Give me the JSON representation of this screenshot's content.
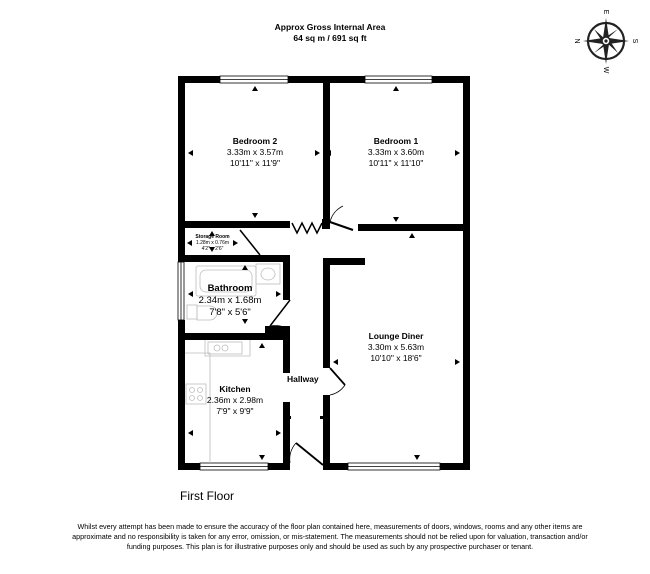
{
  "header": {
    "area_title": "Approx Gross Internal Area",
    "area_value": "64 sq m / 691 sq ft"
  },
  "compass": {
    "icon": "compass-rose-icon",
    "labels": {
      "top": "E",
      "left": "N",
      "right": "S",
      "bottom": "W"
    }
  },
  "rooms": {
    "bedroom2": {
      "name": "Bedroom 2",
      "metric": "3.33m x 3.57m",
      "imperial": "10'11\" x 11'9\""
    },
    "bedroom1": {
      "name": "Bedroom 1",
      "metric": "3.33m x 3.60m",
      "imperial": "10'11\" x 11'10\""
    },
    "storage": {
      "name": "Storage Room",
      "metric": "1.28m x 0.76m",
      "imperial": "4'2\" x 2'6\""
    },
    "bathroom": {
      "name": "Bathroom",
      "metric": "2.34m x 1.68m",
      "imperial": "7'8\" x 5'6\""
    },
    "kitchen": {
      "name": "Kitchen",
      "metric": "2.36m x 2.98m",
      "imperial": "7'9\" x 9'9\""
    },
    "lounge": {
      "name": "Lounge Diner",
      "metric": "3.30m x 5.63m",
      "imperial": "10'10\" x 18'6\""
    },
    "hallway": {
      "name": "Hallway"
    }
  },
  "floor": {
    "label": "First Floor"
  },
  "disclaimer": "Whilst every attempt has been made to ensure the accuracy of the floor plan contained here, measurements of doors, windows, rooms and any other items are approximate and no responsibility is taken for any error, omission, or mis-statement. The measurements should not be relied upon for valuation, transaction and/or funding purposes. This plan is for illustrative purposes only and should be used as such by any prospective purchaser or tenant.",
  "colors": {
    "wall": "#000000",
    "fixture": "#bdbdbd",
    "background": "#ffffff"
  }
}
